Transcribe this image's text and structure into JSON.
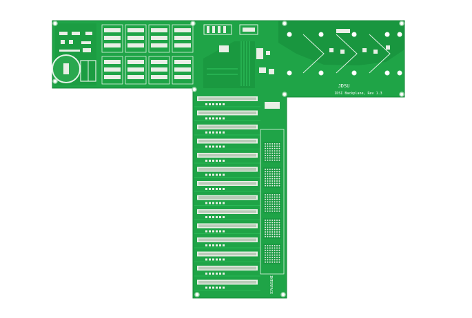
{
  "board": {
    "brand": "JDSU",
    "subtitle": "IDSI Backplane, Rev 1.3",
    "bottom_label": "INTERFACE",
    "colors": {
      "background": "#ffffff",
      "mask": "#1fa447",
      "mask_dark": "#138a36",
      "copper": "#2fbf5a",
      "pad": "#e9efe6",
      "silk": "#ffffff"
    }
  }
}
